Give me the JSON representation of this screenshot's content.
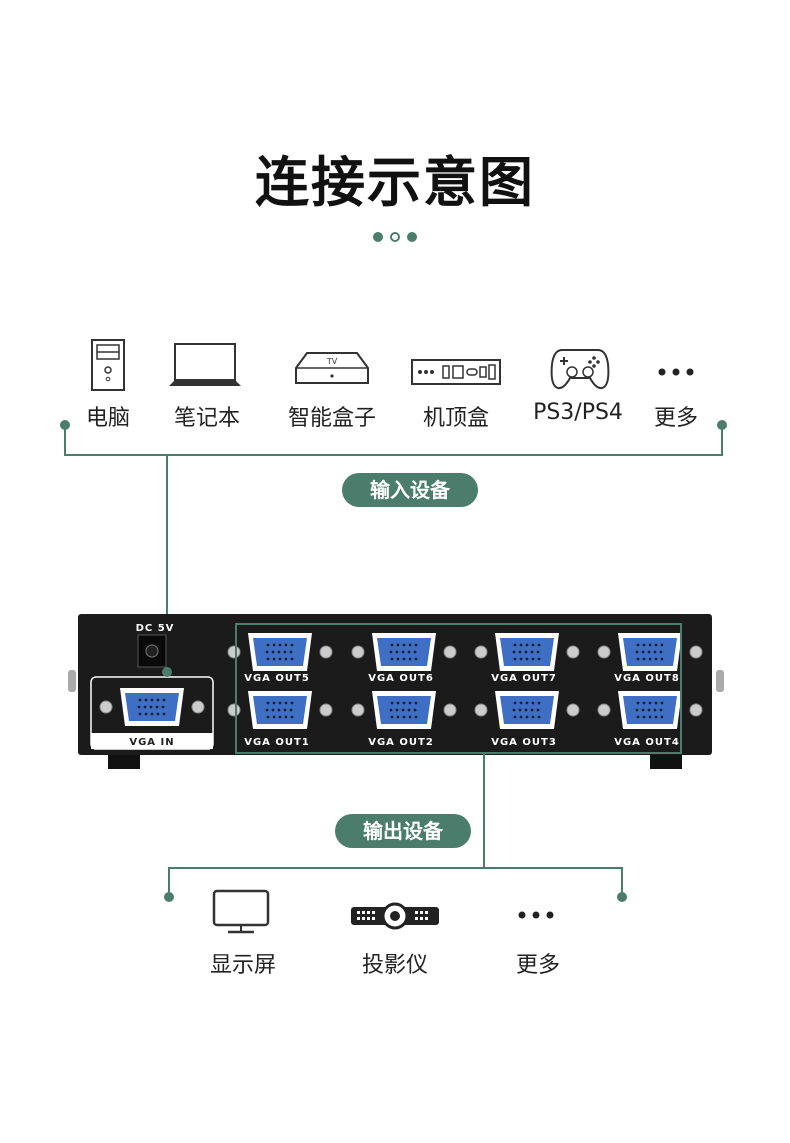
{
  "title": "连接示意图",
  "input_section": {
    "pill": "输入设备",
    "devices": [
      {
        "icon": "desktop-pc-icon",
        "label": "电脑"
      },
      {
        "icon": "laptop-icon",
        "label": "笔记本"
      },
      {
        "icon": "tv-box-icon",
        "label": "智能盒子",
        "icon_text": "TV"
      },
      {
        "icon": "set-top-box-icon",
        "label": "机顶盒"
      },
      {
        "icon": "gamepad-icon",
        "label": "PS3/PS4"
      },
      {
        "icon": "more-icon",
        "label": "更多"
      }
    ]
  },
  "device": {
    "power_label": "DC 5V",
    "input_label": "VGA IN",
    "outputs_top": [
      "VGA OUT5",
      "VGA OUT6",
      "VGA OUT7",
      "VGA OUT8"
    ],
    "outputs_bottom": [
      "VGA OUT1",
      "VGA OUT2",
      "VGA OUT3",
      "VGA OUT4"
    ]
  },
  "output_section": {
    "pill": "输出设备",
    "devices": [
      {
        "icon": "monitor-icon",
        "label": "显示屏"
      },
      {
        "icon": "projector-icon",
        "label": "投影仪"
      },
      {
        "icon": "more-icon",
        "label": "更多"
      }
    ]
  },
  "colors": {
    "accent": "#4a7d6c",
    "device_body": "#1b1b1b",
    "vga_port": "#3f6fc4"
  }
}
